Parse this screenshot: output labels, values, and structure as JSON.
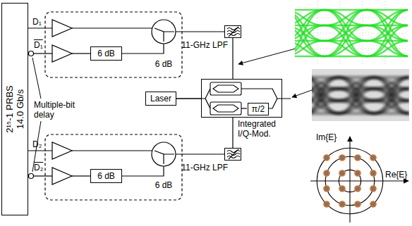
{
  "diagram": {
    "nodes": [
      {
        "text": [
          "2¹⁵-1 PRBS 14.0 Gb/s"
        ]
      },
      {
        "text": [
          "6 dB"
        ]
      },
      {
        "text": [
          "11-GHz LPF"
        ]
      },
      {
        "text": [
          "Laser"
        ]
      },
      {
        "text": [
          "Integrated I/Q-Mod."
        ]
      },
      {
        "text": [
          "π/2"
        ],
        "in": 4
      },
      {
        "text": [
          "6 dB"
        ]
      },
      {
        "text": [
          "11-GHz LPF"
        ]
      }
    ],
    "edges": [
      {
        "from": 2,
        "to": 4,
        "arrow": "none"
      },
      {
        "from": 3,
        "to": 4,
        "arrow": "none"
      },
      {
        "from": 7,
        "to": 4,
        "arrow": "none"
      }
    ],
    "labels": [
      "D₁",
      "D₁",
      "6 dB",
      "Multiple-bit delay",
      "D₂",
      "D₂",
      "6 dB",
      "Im{E}",
      "Re{E}"
    ]
  }
}
